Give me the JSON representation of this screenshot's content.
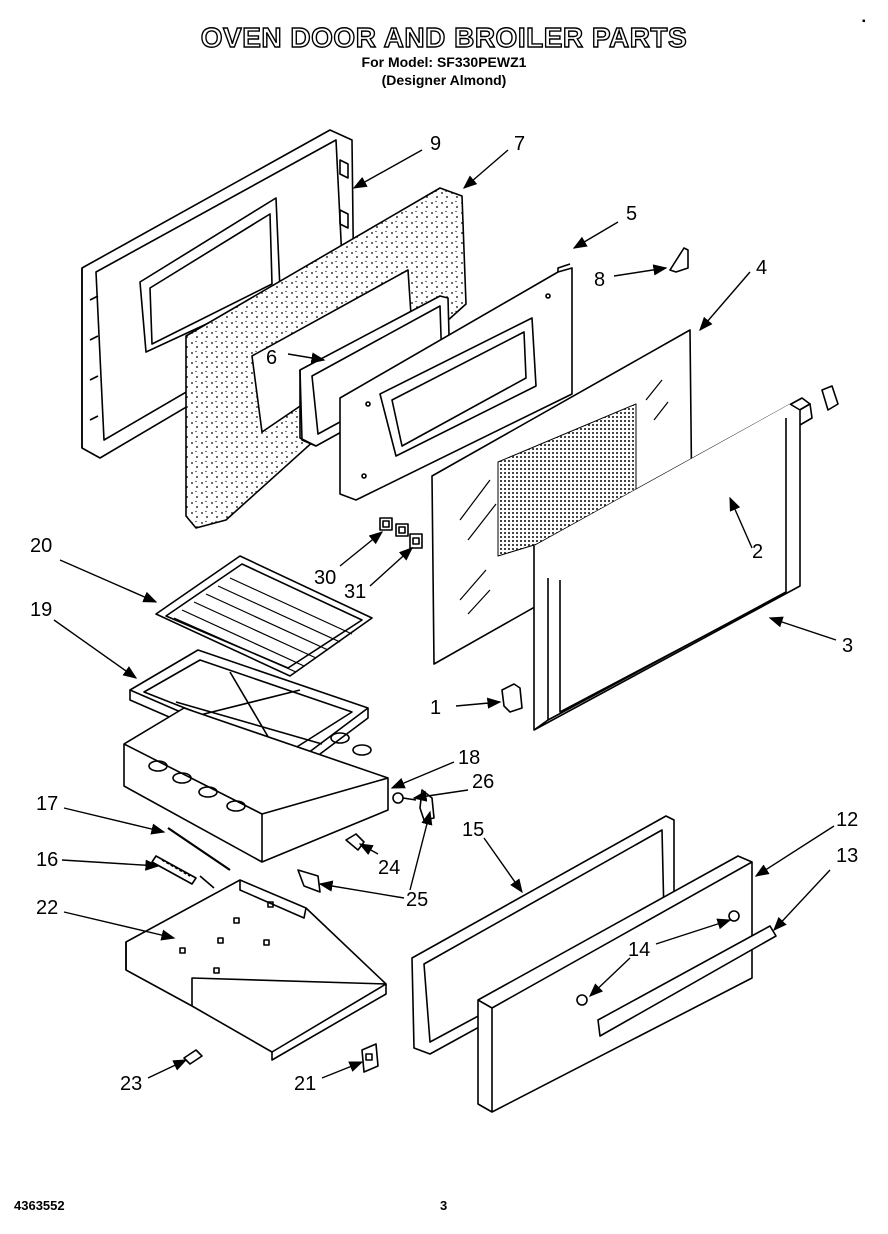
{
  "header": {
    "title": "OVEN DOOR AND BROILER PARTS",
    "model_line": "For Model: SF330PEWZ1",
    "variant_line": "(Designer Almond)"
  },
  "footer": {
    "doc_number": "4363552",
    "page_number": "3"
  },
  "corner_mark": "▪",
  "part_callouts": {
    "p1": "1",
    "p2": "2",
    "p3": "3",
    "p4": "4",
    "p5": "5",
    "p6": "6",
    "p7": "7",
    "p8": "8",
    "p9": "9",
    "p12": "12",
    "p13": "13",
    "p14": "14",
    "p15": "15",
    "p16": "16",
    "p17": "17",
    "p18": "18",
    "p19": "19",
    "p20": "20",
    "p21": "21",
    "p22": "22",
    "p23": "23",
    "p24": "24",
    "p25": "25",
    "p26": "26",
    "p30": "30",
    "p31": "31"
  }
}
